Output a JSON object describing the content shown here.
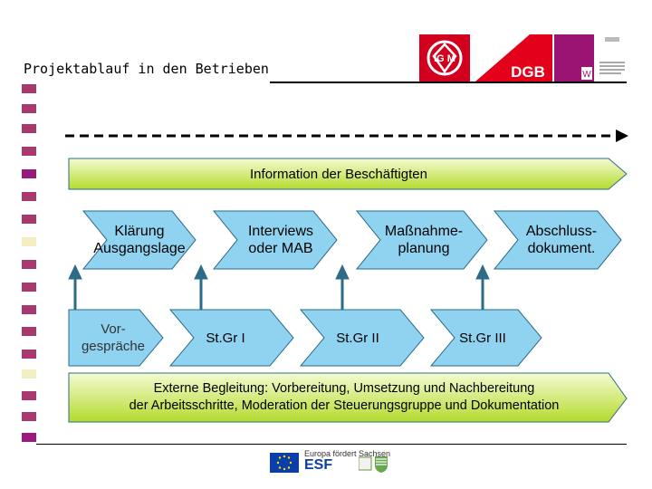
{
  "header": {
    "title": "Projektablauf in den Betrieben",
    "logo_igm_text": "IG M",
    "logo_dgb_text": "DGB",
    "logo_w_text": "W"
  },
  "diagram": {
    "info_banner": "Information der Beschäftigten",
    "steps": [
      "Klärung\nAusgangslage",
      "Interviews\noder MAB",
      "Maßnahme-\nplanung",
      "Abschluss-\ndokument."
    ],
    "meetings": [
      "Vor-\ngespräche",
      "St.Gr I",
      "St.Gr II",
      "St.Gr III"
    ],
    "support_banner": "Externe Begleitung: Vorbereitung, Umsetzung und Nachbereitung\nder Arbeitsschritte, Moderation der Steuerungsgruppe und Dokumentation"
  },
  "footer": {
    "esf_caption": "Europa fördert Sachsen",
    "esf_label": "ESF"
  },
  "colors": {
    "arrow_fill": "#8fd3f0",
    "banner_fill_light": "#f4fbd2",
    "banner_fill_dark": "#b4db2e",
    "arrow_stroke": "#2e6b86",
    "igm_red": "#d2001e",
    "purple": "#9b1473",
    "dgb_red": "#e2001a"
  }
}
